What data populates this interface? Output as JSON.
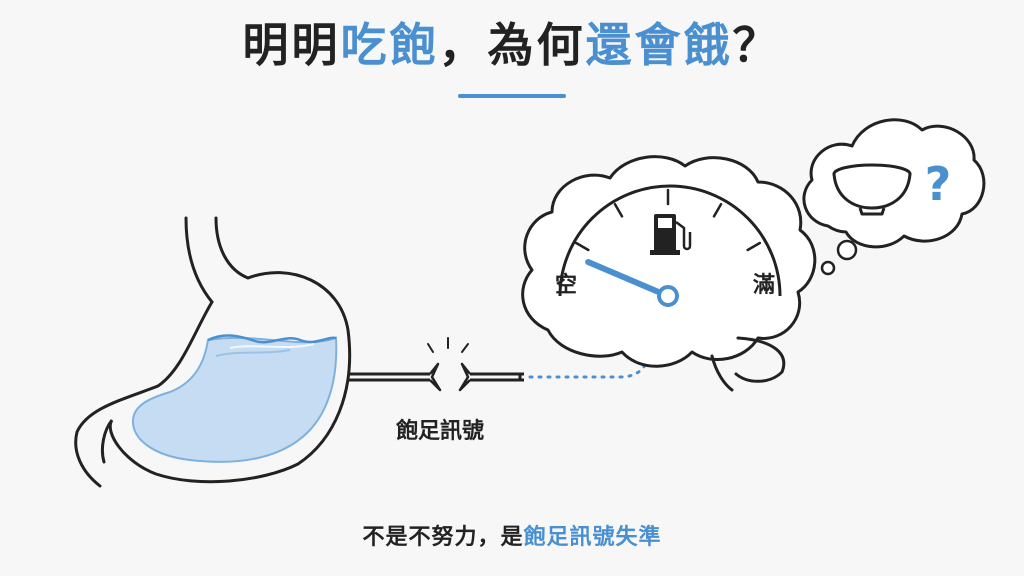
{
  "title": {
    "part1": "明明",
    "part2": "吃飽",
    "part3": "，為何",
    "part4": "還會餓",
    "part5": "？"
  },
  "gauge": {
    "empty_label": "空",
    "full_label": "滿",
    "icon": "fuel-pump-icon",
    "level": 0.1
  },
  "signal_label": "飽足訊號",
  "thought_icons": [
    "bowl-icon",
    "question-mark-icon"
  ],
  "thought_question": "?",
  "caption": {
    "part1": "不是不努力，是",
    "part2": "飽足訊號失準"
  },
  "colors": {
    "accent": "#4a90d0",
    "stroke": "#222222",
    "stomach_fill": "#c5dcf2"
  }
}
